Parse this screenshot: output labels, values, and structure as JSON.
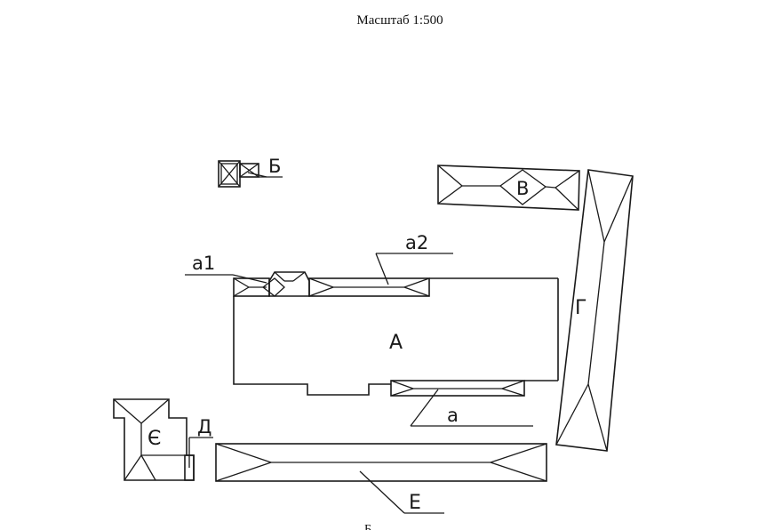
{
  "scale_title": "Масштаб 1:500",
  "labels": {
    "A": "А",
    "a": "а",
    "a1": "а1",
    "a2": "а2",
    "B": "Б",
    "V": "В",
    "G": "Г",
    "D": "Д",
    "Ye": "Є",
    "E": "Е"
  },
  "footer_partial": "Б..."
}
